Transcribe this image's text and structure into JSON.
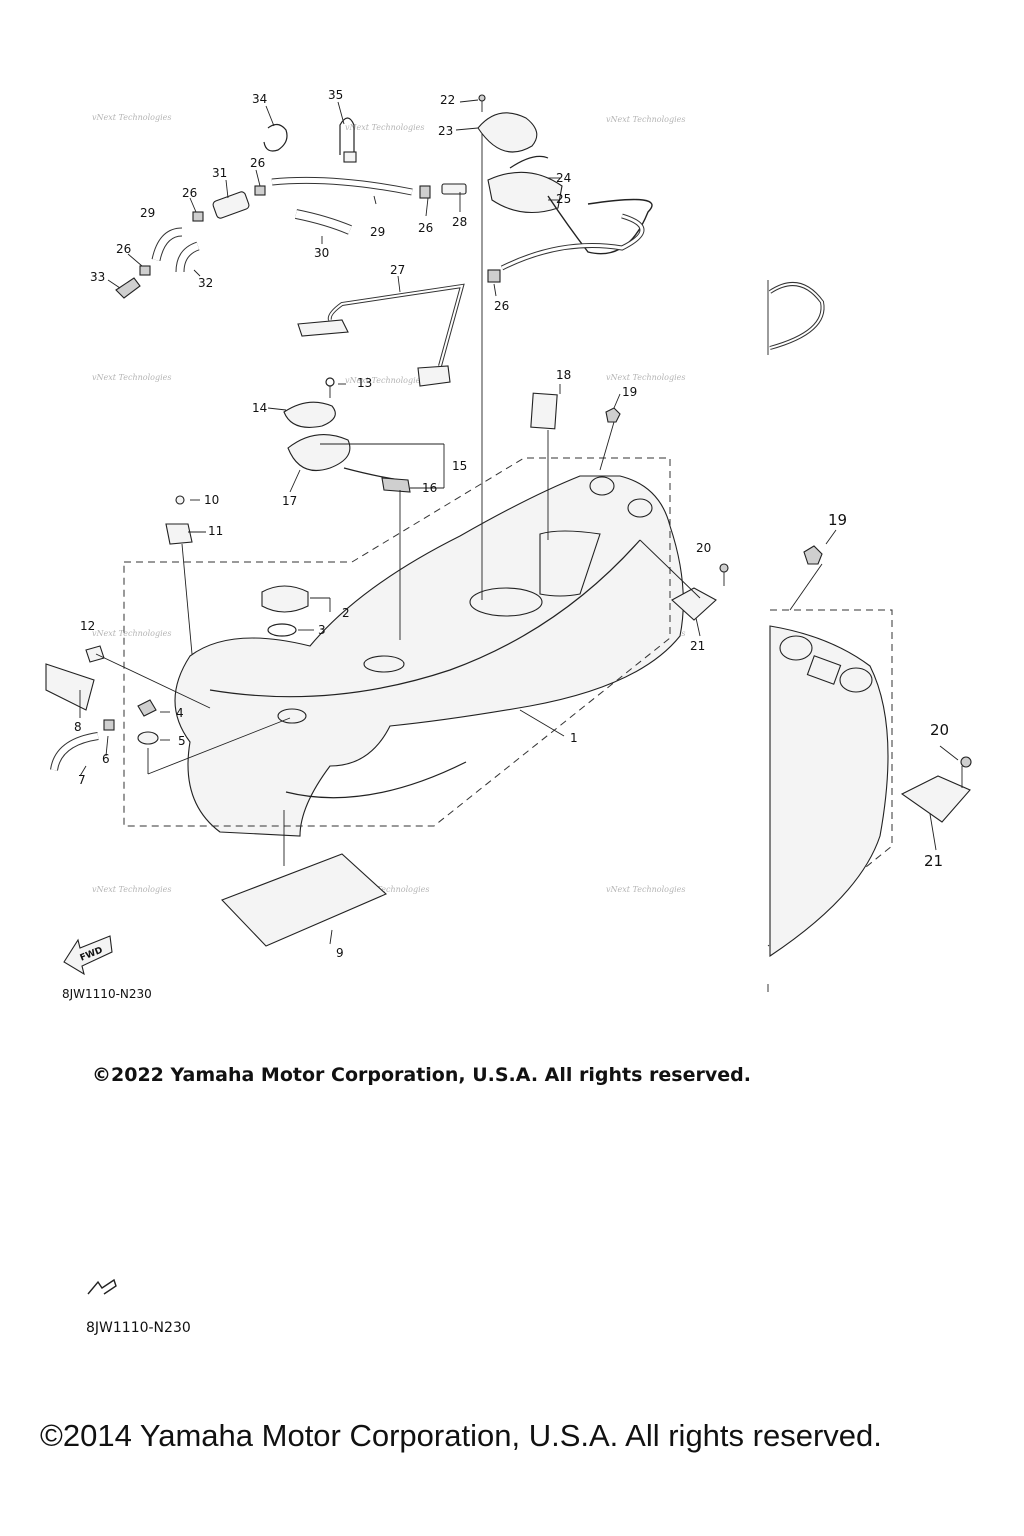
{
  "diagram": {
    "code": "8JW1110-N230",
    "fwd_label": "FWD",
    "watermark": "vNext Technologies",
    "callouts": [
      "1",
      "2",
      "3",
      "4",
      "5",
      "6",
      "7",
      "8",
      "9",
      "10",
      "11",
      "12",
      "13",
      "14",
      "15",
      "16",
      "17",
      "18",
      "19",
      "20",
      "21",
      "22",
      "23",
      "24",
      "25",
      "26",
      "27",
      "28",
      "29",
      "30",
      "31",
      "32",
      "33",
      "34",
      "35"
    ],
    "inset_callouts": [
      "19",
      "20",
      "21"
    ]
  },
  "lower_section": {
    "diagram_code": "8JW1110-N230"
  },
  "footer": {
    "copyright_2022": "©2022 Yamaha Motor Corporation, U.S.A. All rights reserved.",
    "copyright_2014": "©2014 Yamaha Motor Corporation, U.S.A. All rights reserved."
  }
}
